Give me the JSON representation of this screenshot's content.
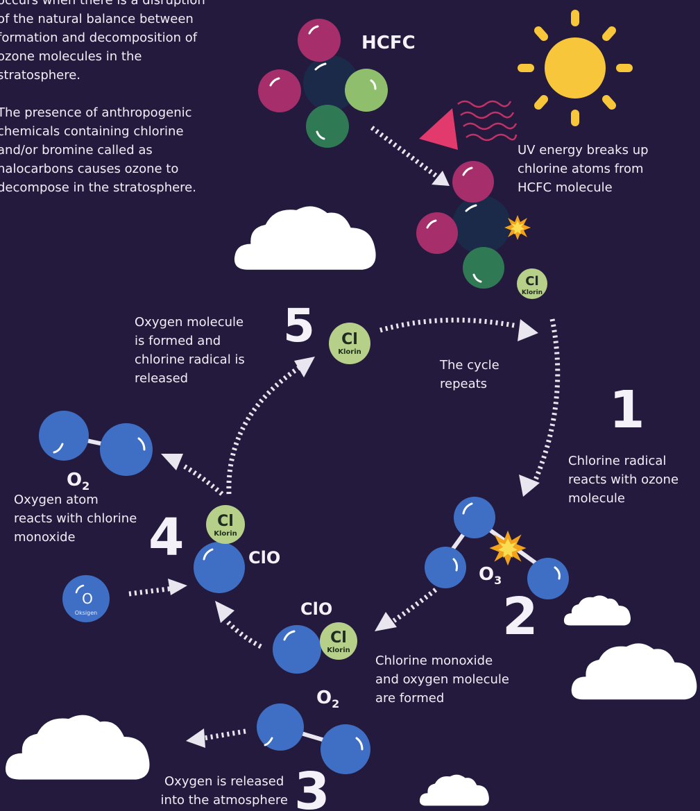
{
  "intro": {
    "p1": [
      "occurs when there is a disruption",
      "of the natural balance between",
      "formation and decomposition of",
      "ozone molecules in the",
      "stratosphere."
    ],
    "p2": [
      "The presence of anthropogenic",
      "chemicals containing chlorine",
      "and/or bromine called as",
      "halocarbons causes ozone to",
      "decompose in the stratosphere."
    ]
  },
  "hcfc_label": "HCFC",
  "uv_caption": [
    "UV energy breaks up",
    "chlorine atoms from",
    "HCFC molecule"
  ],
  "chlorine": {
    "symbol": "Cl",
    "name": "Klorin"
  },
  "oxygen_atom": {
    "symbol": "O",
    "name": "Oksigen"
  },
  "molecules": {
    "clo": "ClO",
    "o2": "O",
    "o2_sub": "2",
    "o3": "O",
    "o3_sub": "3"
  },
  "steps": {
    "s1": {
      "number": "1",
      "text": [
        "Chlorine radical",
        "reacts with ozone",
        "molecule"
      ]
    },
    "s2": {
      "number": "2",
      "text": [
        "Chlorine monoxide",
        "and oxygen molecule",
        "are formed"
      ]
    },
    "s3": {
      "number": "3",
      "text": [
        "Oxygen is released",
        "into the atmosphere"
      ]
    },
    "s4": {
      "number": "4",
      "text": [
        "Oxygen atom",
        "reacts with chlorine",
        "monoxide"
      ]
    },
    "s5": {
      "number": "5",
      "text": [
        "Oxygen molecule",
        "is formed and",
        "chlorine radical is",
        "released"
      ]
    }
  },
  "cycle_text": [
    "The cycle",
    "repeats"
  ],
  "colors": {
    "background": "#241a3d",
    "oxygen_blue": "#3f6fc4",
    "chlorine_green": "#b7d089",
    "hcfc_magenta": "#a52e6b",
    "hcfc_dark": "#1c2a4a",
    "hcfc_light_green": "#8fbf6d",
    "hcfc_green": "#2f7a55",
    "sun_yellow": "#f7c63a",
    "uv_pink": "#e23a6c",
    "cloud": "#ffffff"
  }
}
